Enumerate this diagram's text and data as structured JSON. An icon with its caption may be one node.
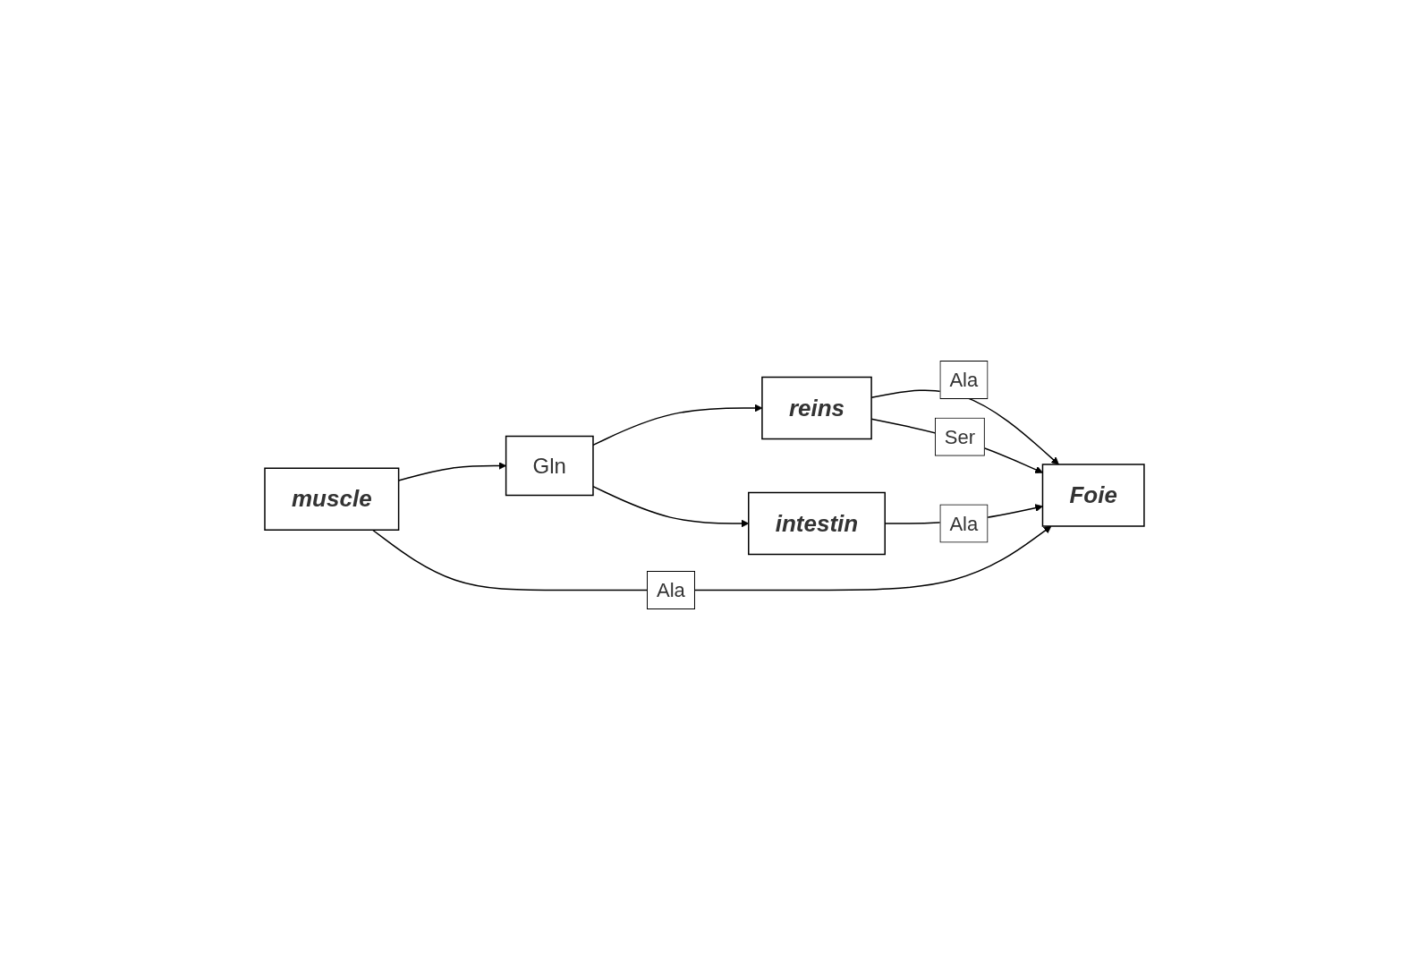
{
  "diagram": {
    "nodes": [
      {
        "text": [
          "reins"
        ]
      },
      {
        "text": [
          "Gln"
        ]
      },
      {
        "text": [
          "intestin"
        ]
      },
      {
        "text": [
          "Foie"
        ]
      },
      {
        "text": [
          "muscle"
        ]
      }
    ],
    "edges": [
      {
        "from": 4,
        "to": 1,
        "arrow": "to"
      },
      {
        "from": 1,
        "to": 0,
        "arrow": "to"
      },
      {
        "from": 1,
        "to": 2,
        "arrow": "to"
      },
      {
        "from": 0,
        "to": 3,
        "arrow": "to",
        "label": "Ala"
      },
      {
        "from": 0,
        "to": 3,
        "arrow": "to",
        "label": "Ser"
      },
      {
        "from": 2,
        "to": 3,
        "arrow": "to",
        "label": "Ala"
      },
      {
        "from": 4,
        "to": 3,
        "arrow": "to",
        "label": "Ala"
      }
    ]
  }
}
